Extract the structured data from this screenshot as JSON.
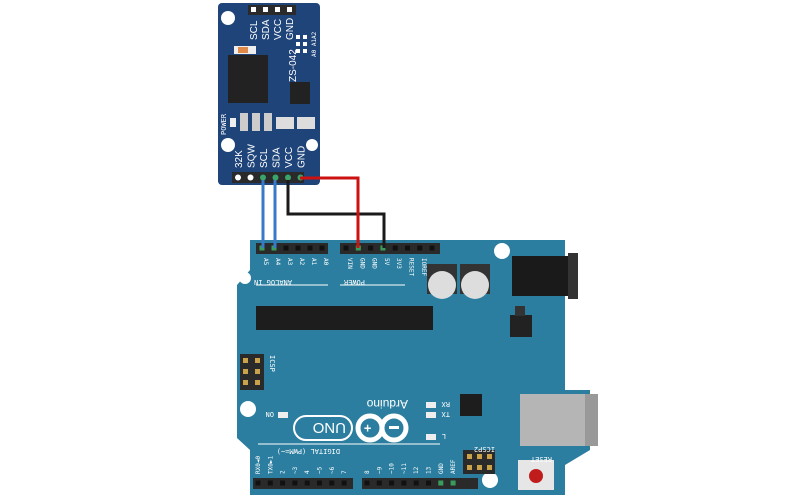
{
  "rtc_module": {
    "model": "ZS-042",
    "top_pins": [
      "SCL",
      "SDA",
      "VCC",
      "GND"
    ],
    "bottom_pins": [
      "32K",
      "SQW",
      "SCL",
      "SDA",
      "VCC",
      "GND"
    ],
    "address_pads": "A0 A1A2",
    "power_label": "POWER"
  },
  "arduino": {
    "brand": "Arduino",
    "model": "UNO",
    "analog_pins": [
      "A5",
      "A4",
      "A3",
      "A2",
      "A1",
      "A0"
    ],
    "analog_label": "ANALOG IN",
    "power_pins": [
      "VIN",
      "GND",
      "GND",
      "5V",
      "3V3",
      "RESET",
      "IOREF"
    ],
    "power_label": "POWER",
    "digital_label": "DIGITAL (PWM=~)",
    "digital_pins": [
      "RX0◄0",
      "TX0►1",
      "2",
      "~3",
      "4",
      "~5",
      "~6",
      "7",
      "8",
      "~9",
      "~10",
      "~11",
      "12",
      "13",
      "GND",
      "AREF"
    ],
    "leds": {
      "rx": "RX",
      "tx": "TX",
      "l": "L",
      "on": "ON"
    },
    "icsp": "ICSP",
    "icsp2": "ICSP2",
    "reset": "RESET"
  },
  "wires": [
    {
      "from": "SCL",
      "to": "A5",
      "color": "#3a78c9"
    },
    {
      "from": "SDA",
      "to": "A4",
      "color": "#3a78c9"
    },
    {
      "from": "VCC",
      "to": "5V",
      "color": "#1a1a1a"
    },
    {
      "from": "GND",
      "to": "GND",
      "color": "#cc1111"
    }
  ],
  "colors": {
    "board": "#2b7e9f",
    "module": "#1f4479",
    "header": "#2a2a2a"
  }
}
